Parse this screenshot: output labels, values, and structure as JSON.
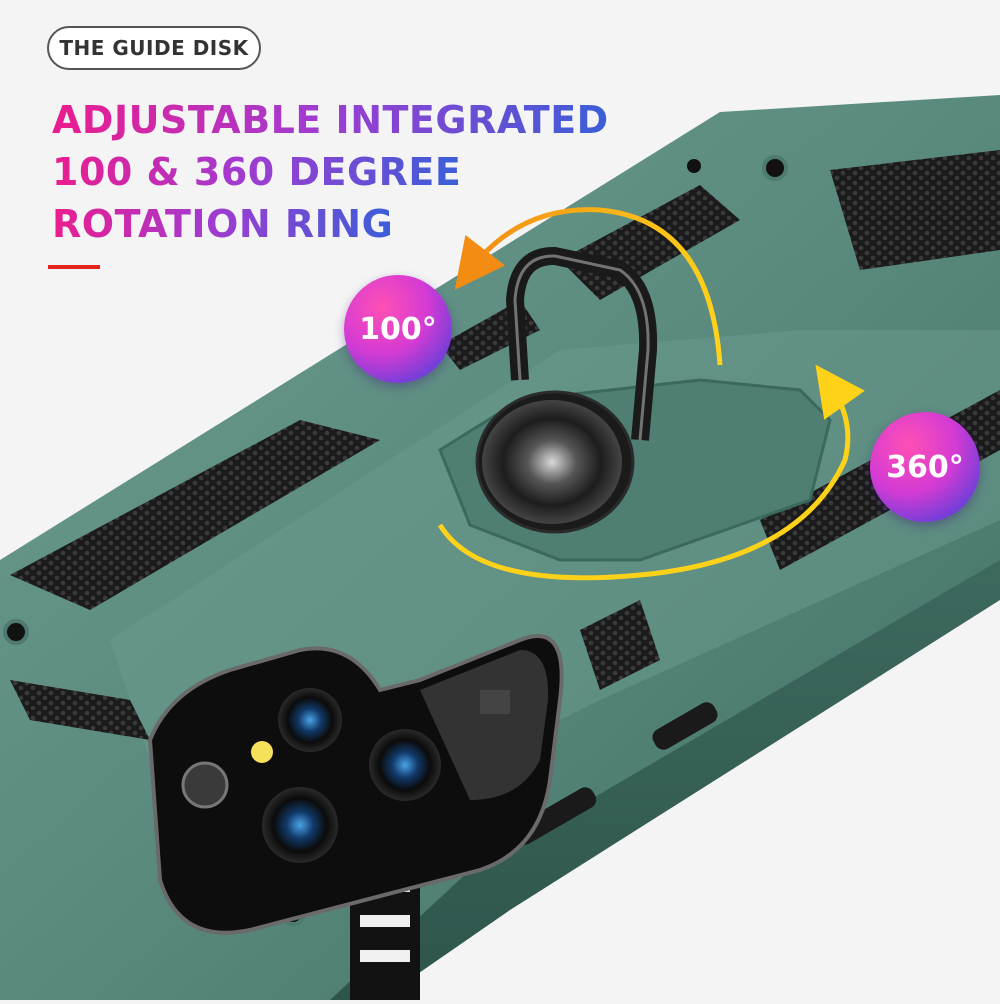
{
  "brand": {
    "label": "THE GUIDE DISK"
  },
  "headline": {
    "line1": "ADJUSTABLE INTEGRATED",
    "line2": "100 & 360 DEGREE",
    "line3": "ROTATION RING"
  },
  "badges": {
    "left": "100°",
    "right": "360°"
  },
  "colors": {
    "case_green": "#5a8a7e",
    "headline_start": "#ec1c8e",
    "headline_end": "#3a5ed8",
    "accent_red": "#e3241d",
    "arrow_orange": "#f28c13",
    "arrow_yellow": "#ffd21a"
  }
}
